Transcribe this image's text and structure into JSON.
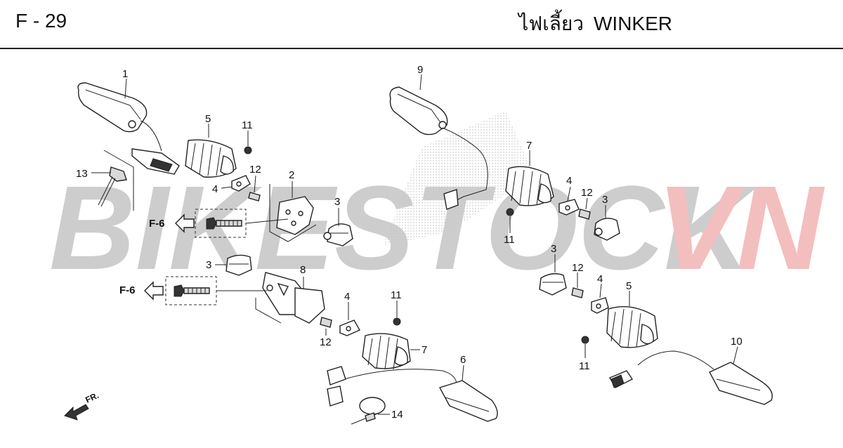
{
  "header": {
    "page_code": "F - 29",
    "title_thai": "ไฟเลี้ยว",
    "title_en": "WINKER"
  },
  "watermark": {
    "text_part1": "BIKESTOCK",
    "text_part2": "VN",
    "color_part1": "#c8c8c8",
    "color_part2": "#f2b8b8"
  },
  "callouts": {
    "c1": "1",
    "c2": "2",
    "c3a": "3",
    "c3b": "3",
    "c3c": "3",
    "c3d": "3",
    "c4a": "4",
    "c4b": "4",
    "c4c": "4",
    "c5a": "5",
    "c5b": "5",
    "c6": "6",
    "c7a": "7",
    "c7b": "7",
    "c8": "8",
    "c9": "9",
    "c10": "10",
    "c11a": "11",
    "c11b": "11",
    "c11c": "11",
    "c11d": "11",
    "c12a": "12",
    "c12b": "12",
    "c12c": "12",
    "c12d": "12",
    "c13": "13",
    "c14": "14"
  },
  "references": {
    "ref_top": "F-6",
    "ref_bottom": "F-6"
  },
  "direction": {
    "front_label": "FR."
  }
}
